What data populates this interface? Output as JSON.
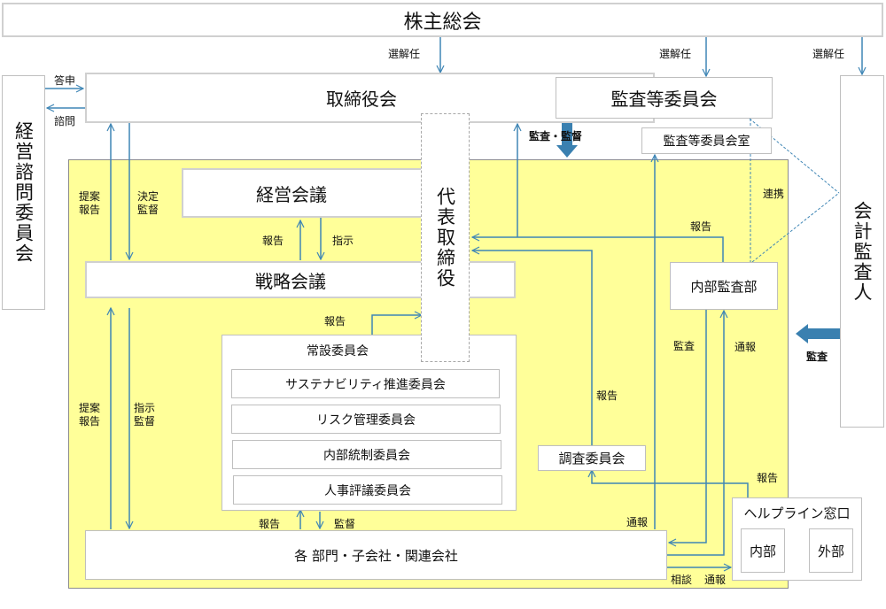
{
  "diagram": {
    "shareholders_meeting": "株主総会",
    "board_of_directors": "取締役会",
    "audit_committee": "監査等委員会",
    "audit_committee_office": "監査等委員会室",
    "management_advisory_committee": "経営諮問委員会",
    "accounting_auditor": "会計監査人",
    "representative_director": "代表取締役",
    "management_meeting": "経営会議",
    "strategy_meeting": "戦略会議",
    "standing_committees": {
      "title": "常設委員会",
      "items": [
        "サステナビリティ推進委員会",
        "リスク管理委員会",
        "内部統制委員会",
        "人事評議委員会"
      ]
    },
    "internal_audit_dept": "内部監査部",
    "investigation_committee": "調査委員会",
    "departments": "各 部門・子会社・関連会社",
    "helpline": {
      "title": "ヘルプライン窓口",
      "internal": "内部",
      "external": "外部"
    }
  },
  "labels": {
    "appoint_dismiss": "選解任",
    "report_answer": "答申",
    "consult": "諮問",
    "propose": "提案",
    "report": "報告",
    "decide": "決定",
    "supervise": "監督",
    "instruct": "指示",
    "audit": "監査",
    "audit_supervise": "監査・監督",
    "cooperate": "連携",
    "whistleblow": "通報",
    "consultation": "相談"
  },
  "colors": {
    "line": "#3f86b5",
    "thick_arrow": "#3a80b0",
    "yellow_area": "#ffff99",
    "box_border": "#d0d0d0"
  }
}
